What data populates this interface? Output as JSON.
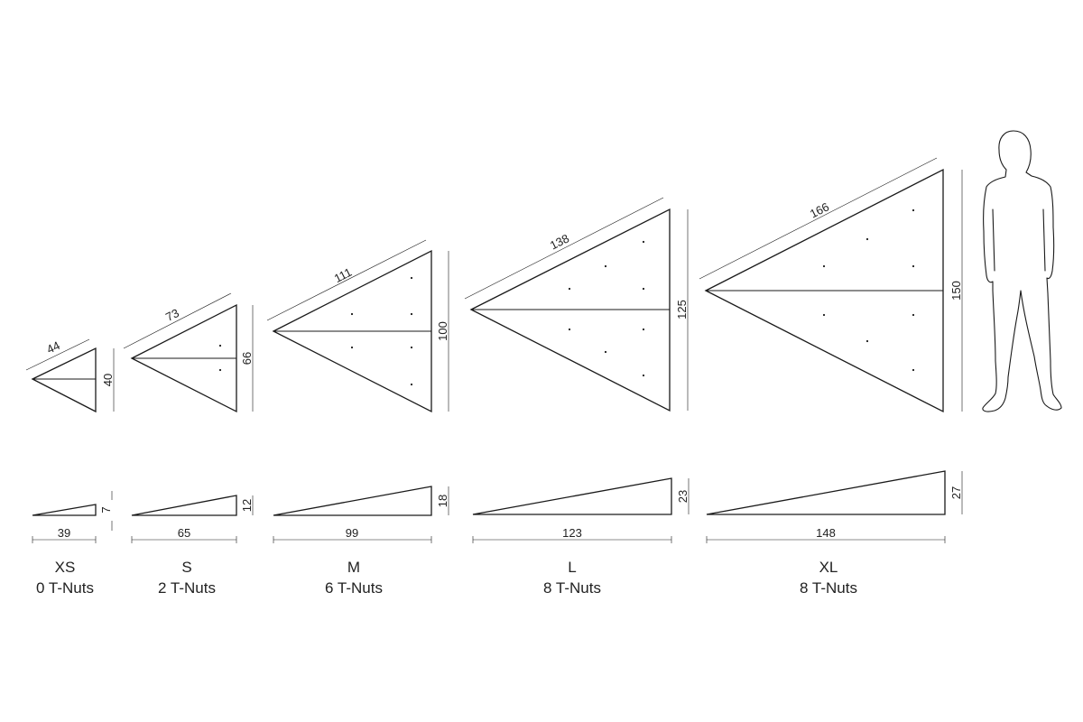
{
  "sizes": [
    {
      "name": "XS",
      "t_nuts": "0 T-Nuts",
      "side": "44",
      "height": "40",
      "depth": "7",
      "base": "39"
    },
    {
      "name": "S",
      "t_nuts": "2 T-Nuts",
      "side": "73",
      "height": "66",
      "depth": "12",
      "base": "65"
    },
    {
      "name": "M",
      "t_nuts": "6 T-Nuts",
      "side": "111",
      "height": "100",
      "depth": "18",
      "base": "99"
    },
    {
      "name": "L",
      "t_nuts": "8 T-Nuts",
      "side": "138",
      "height": "125",
      "depth": "23",
      "base": "123"
    },
    {
      "name": "XL",
      "t_nuts": "8 T-Nuts",
      "side": "166",
      "height": "150",
      "depth": "27",
      "base": "148"
    }
  ],
  "icons": {
    "person": "human-silhouette-icon"
  },
  "colors": {
    "line": "#1a1a1a",
    "background": "#ffffff"
  }
}
